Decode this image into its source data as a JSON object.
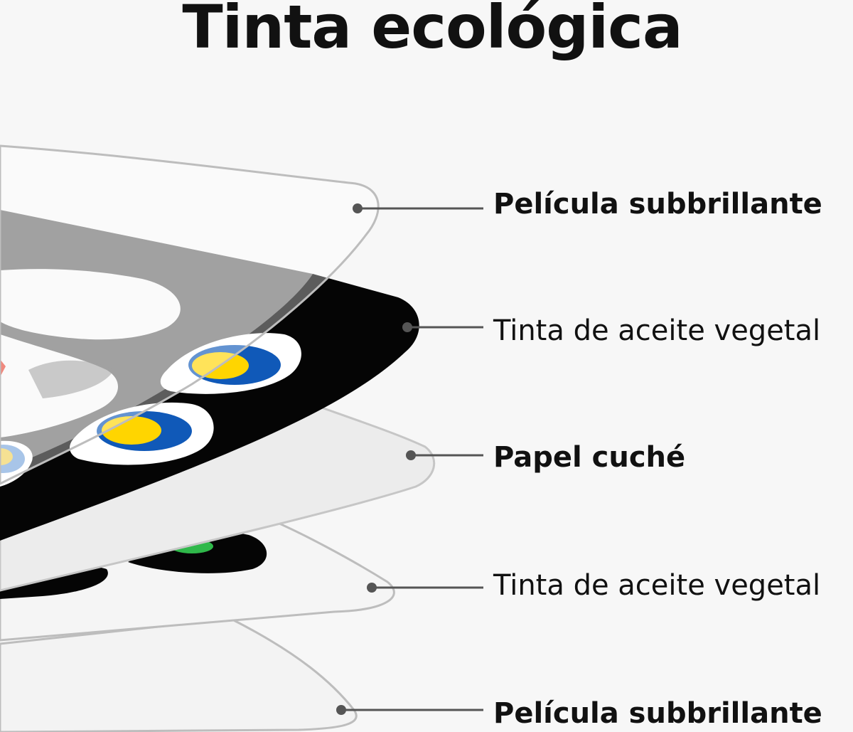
{
  "title": "Tinta ecológica",
  "layers": [
    {
      "label": "Película subbrillante",
      "bold": true
    },
    {
      "label": "Tinta de aceite vegetal",
      "bold": false
    },
    {
      "label": "Papel cuché",
      "bold": true
    },
    {
      "label": "Tinta de aceite vegetal",
      "bold": false
    },
    {
      "label": "Película subbrillante",
      "bold": true
    }
  ],
  "colors": {
    "background": "#f7f7f7",
    "ink": "#111111",
    "leader": "#555555",
    "sheet_outline": "#bdbdbd",
    "grey_band": "#6f6f6f",
    "black_band": "#050505",
    "dot_blue": "#1059b8",
    "dot_yellow": "#ffd500",
    "dot_green": "#2fb84a",
    "dot_red": "#e84a3a"
  }
}
